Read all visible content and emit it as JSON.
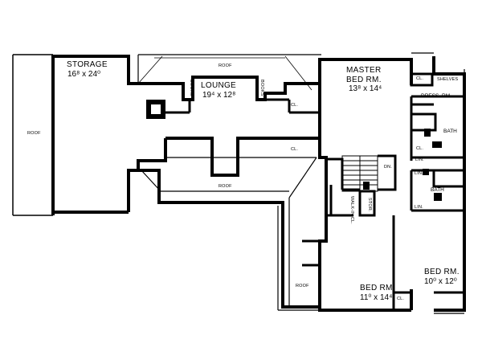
{
  "rooms": {
    "storage": {
      "name": "STORAGE",
      "dims": "16⁸ x 24⁰"
    },
    "lounge": {
      "name": "LOUNGE",
      "dims": "19⁴ x 12⁸"
    },
    "master": {
      "name_line1": "MASTER",
      "name_line2": "BED RM.",
      "dims": "13⁸ x 14⁴"
    },
    "dress": {
      "name": "DRESS. RM."
    },
    "bath1": {
      "name": "BATH"
    },
    "bath2": {
      "name": "BATH"
    },
    "bed2": {
      "name": "BED RM.",
      "dims": "11⁰ x 14⁴"
    },
    "bed3": {
      "name": "BED RM.",
      "dims": "10⁰ x 12⁰"
    }
  },
  "labels": {
    "roof_left": "ROOF",
    "roof_top": "ROOF",
    "roof_middle": "ROOF",
    "roof_bottom": "ROOF",
    "shelves": "SHELVES",
    "cl_lounge": "CL.",
    "cl_mid": "CL.",
    "cl_master": "CL.",
    "cl_dress": "CL.",
    "cl_bed3": "CL.",
    "lin1": "LIN.",
    "lin2": "LIN.",
    "lin3": "LIN.",
    "dn": "DN.",
    "walkin": "WALK-IN CL.",
    "stor": "STOR.",
    "books1": "BOOKS",
    "books2": "BOOKS"
  }
}
